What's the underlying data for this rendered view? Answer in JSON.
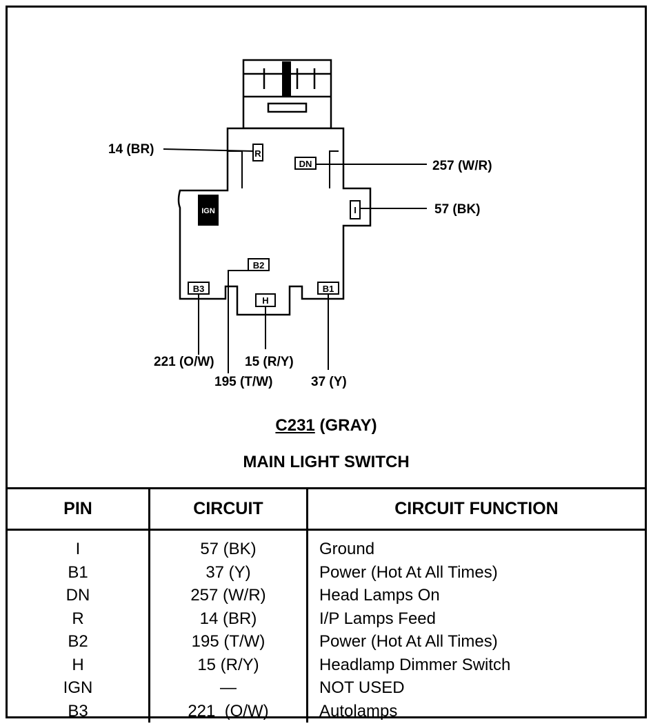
{
  "connector": {
    "pins": {
      "r": "R",
      "dn": "DN",
      "ign": "IGN",
      "i": "I",
      "b2": "B2",
      "b3": "B3",
      "h": "H",
      "b1": "B1"
    },
    "wires": {
      "w14": "14 (BR)",
      "w257": "257 (W/R)",
      "w57": "57 (BK)",
      "w221": "221 (O/W)",
      "w15": "15 (R/Y)",
      "w195": "195 (T/W)",
      "w37": "37 (Y)"
    }
  },
  "caption": {
    "connector_id": "C231",
    "color": "(GRAY)",
    "name": "MAIN LIGHT SWITCH"
  },
  "table": {
    "headers": [
      "PIN",
      "CIRCUIT",
      "CIRCUIT FUNCTION"
    ],
    "rows": [
      [
        "I",
        "57 (BK)",
        "Ground"
      ],
      [
        "B1",
        "37 (Y)",
        "Power (Hot At All Times)"
      ],
      [
        "DN",
        "257 (W/R)",
        "Head Lamps On"
      ],
      [
        "R",
        "14 (BR)",
        "I/P Lamps Feed"
      ],
      [
        "B2",
        "195 (T/W)",
        "Power (Hot At All Times)"
      ],
      [
        "H",
        "15 (R/Y)",
        "Headlamp Dimmer Switch"
      ],
      [
        "IGN",
        "—",
        "NOT USED"
      ],
      [
        "B3",
        "221  (O/W)",
        "Autolamps"
      ]
    ]
  }
}
